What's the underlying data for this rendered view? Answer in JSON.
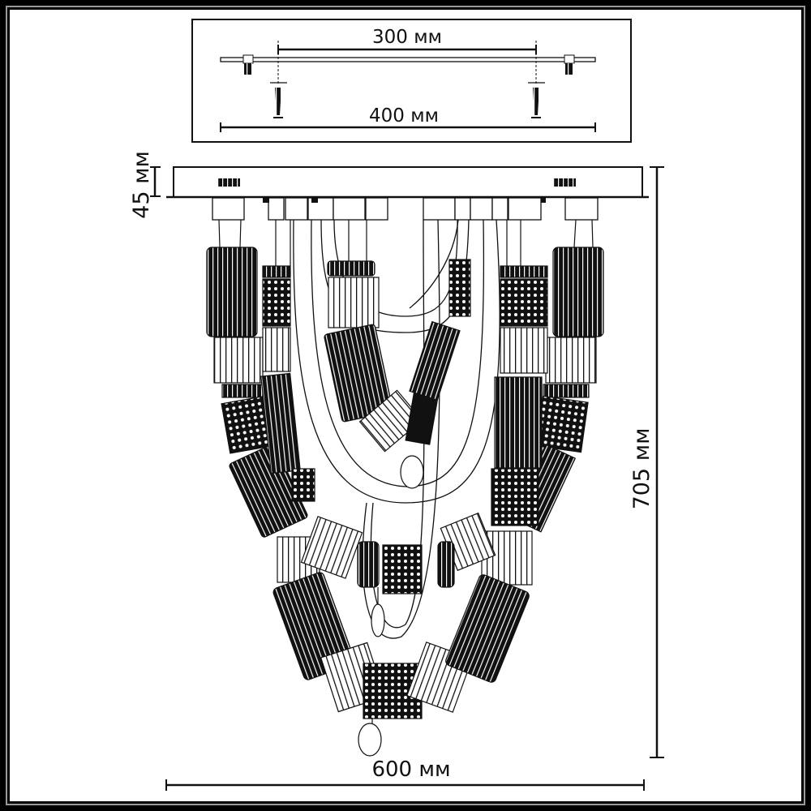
{
  "drawing": {
    "type": "ceiling lamp dimension drawing",
    "mount_plate": {
      "inner_label": "300 мм",
      "outer_label": "400 мм"
    },
    "dimensions": {
      "canopy_height": "45 мм",
      "total_height": "705 мм",
      "width": "600 мм"
    },
    "colors": {
      "line": "#111111",
      "background": "#ffffff",
      "frame": "#000000",
      "frame_accent": "#9a9a9a"
    }
  }
}
